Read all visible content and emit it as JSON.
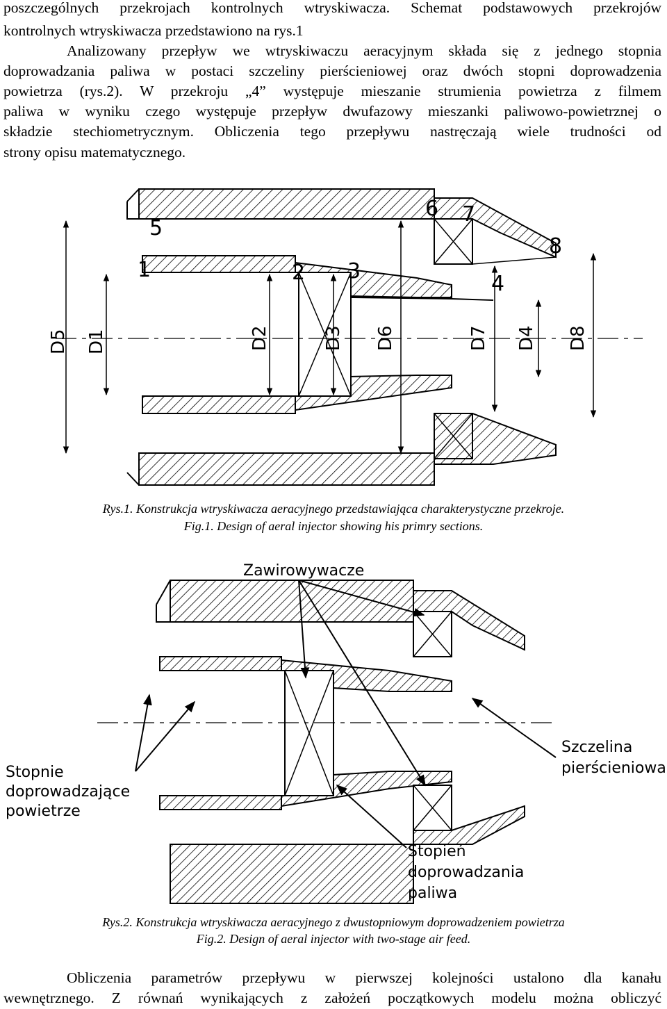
{
  "top_paragraph": {
    "line1": "poszczególnych przekrojach kontrolnych wtryskiwacza. Schemat podstawowych przekrojów",
    "line2": "kontrolnych wtryskiwacza przedstawiono na rys.1"
  },
  "paragraph2": {
    "line1": "Analizowany przepływ we wtryskiwaczu aeracyjnym składa się z jednego stopnia",
    "line2": "doprowadzania paliwa w postaci szczeliny pierścieniowej oraz dwóch stopni doprowadzenia",
    "line3": "powietrza (rys.2). W przekroju „4” występuje mieszanie strumienia powietrza z filmem",
    "line4": "paliwa w wyniku czego występuje przepływ dwufazowy mieszanki paliwowo-powietrznej o",
    "line5": "składzie stechiometrycznym. Obliczenia tego przepływu nastręczają wiele trudności od",
    "line6": "strony opisu matematycznego."
  },
  "figure1": {
    "section_labels": [
      "1",
      "2",
      "3",
      "4",
      "5",
      "6",
      "7",
      "8"
    ],
    "dimension_labels": [
      "D5",
      "D1",
      "D2",
      "D3",
      "D6",
      "D7",
      "D4",
      "D8"
    ],
    "caption_pl": "Rys.1. Konstrukcja wtryskiwacza aeracyjnego przedstawiająca charakterystyczne przekroje.",
    "caption_en": "Fig.1. Design of aeral injector showing his primry sections."
  },
  "figure2": {
    "label_swirlers": "Zawirowywacze",
    "label_air_stages": [
      "Stopnie",
      "doprowadzające",
      "powietrze"
    ],
    "label_annular_gap": [
      "Szczelina",
      "pierścieniowa"
    ],
    "label_fuel_stage": [
      "Stopień",
      "doprowadzania",
      "paliwa"
    ],
    "caption_pl": "Rys.2. Konstrukcja wtryskiwacza aeracyjnego z dwustopniowym doprowadzeniem powietrza",
    "caption_en": "Fig.2. Design of aeral injector with two-stage air feed."
  },
  "bottom_paragraph": {
    "line1": "Obliczenia parametrów przepływu w pierwszej kolejności ustalono dla kanału",
    "line2": "wewnętrznego. Z równań wynikających z założeń początkowych modelu można obliczyć"
  }
}
